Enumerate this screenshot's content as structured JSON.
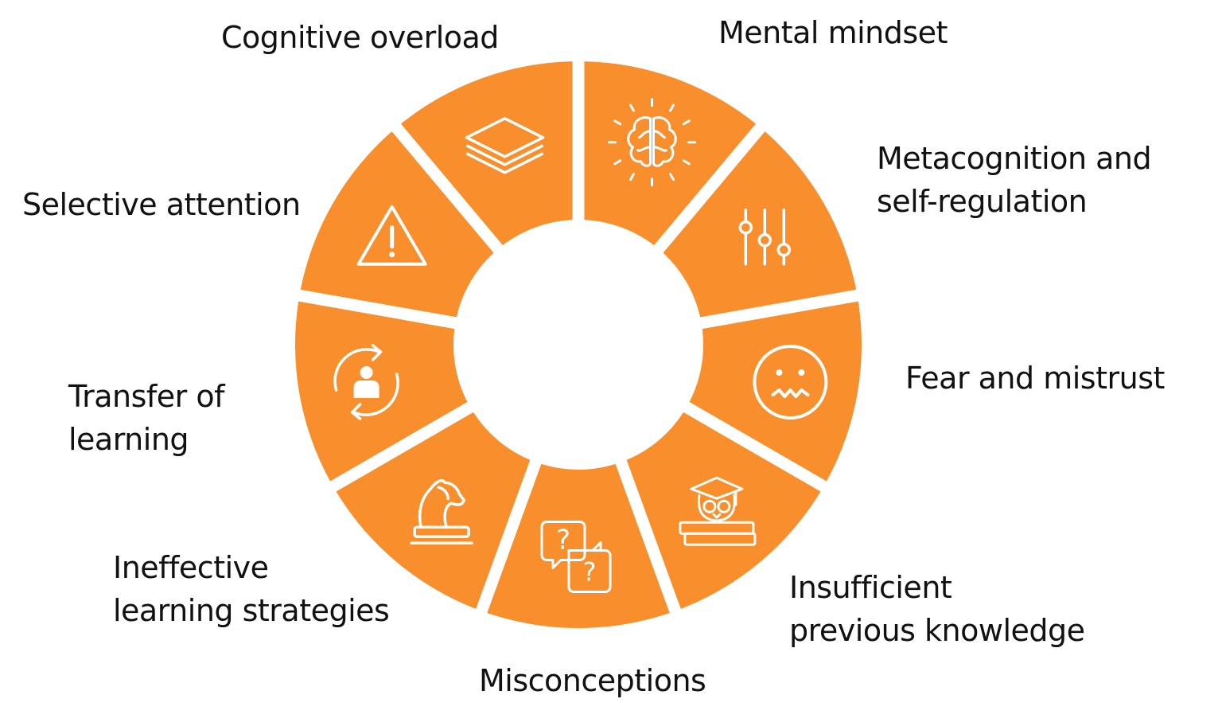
{
  "colors": {
    "segment": "#f98e2d",
    "icon": "#ffffff",
    "text": "#111111",
    "background": "#ffffff"
  },
  "segments": [
    {
      "label": "Mental mindset",
      "icon": "brain-icon"
    },
    {
      "label": "Metacognition and\nself-regulation",
      "icon": "sliders-icon"
    },
    {
      "label": "Fear and mistrust",
      "icon": "anxious-face-icon"
    },
    {
      "label": "Insufficient\nprevious knowledge",
      "icon": "owl-on-books-icon"
    },
    {
      "label": "Misconceptions",
      "icon": "question-bubbles-icon"
    },
    {
      "label": "Ineffective\nlearning strategies",
      "icon": "chess-knight-icon"
    },
    {
      "label": "Transfer of\nlearning",
      "icon": "person-cycle-icon"
    },
    {
      "label": "Selective attention",
      "icon": "warning-icon"
    },
    {
      "label": "Cognitive overload",
      "icon": "layers-icon"
    }
  ]
}
